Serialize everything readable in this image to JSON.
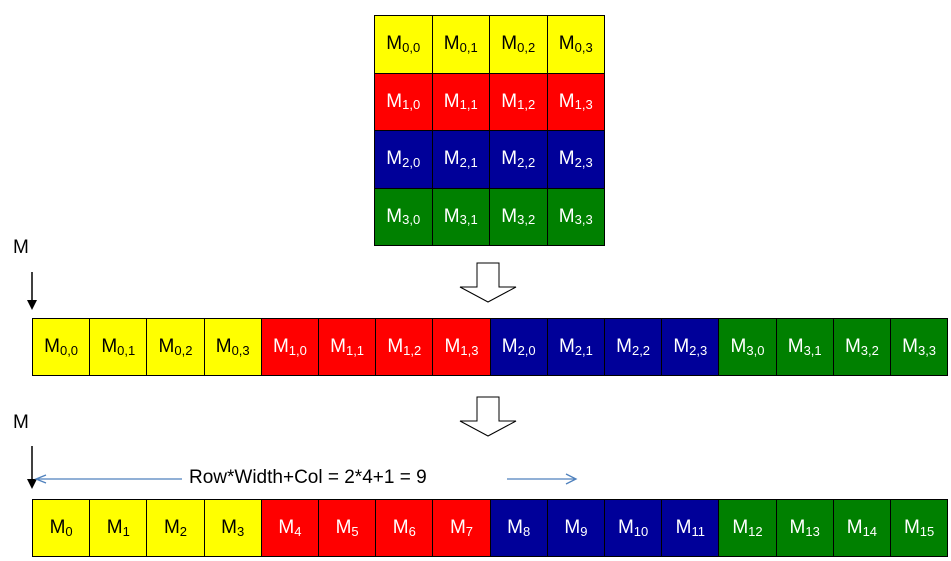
{
  "colors": {
    "row0": "#ffff00",
    "row1": "#ff0000",
    "row2": "#000099",
    "row3": "#008000",
    "index_arrow": "#4f81bd"
  },
  "matrix": {
    "rows": [
      [
        {
          "base": "M",
          "sub": "0,0"
        },
        {
          "base": "M",
          "sub": "0,1"
        },
        {
          "base": "M",
          "sub": "0,2"
        },
        {
          "base": "M",
          "sub": "0,3"
        }
      ],
      [
        {
          "base": "M",
          "sub": "1,0"
        },
        {
          "base": "M",
          "sub": "1,1"
        },
        {
          "base": "M",
          "sub": "1,2"
        },
        {
          "base": "M",
          "sub": "1,3"
        }
      ],
      [
        {
          "base": "M",
          "sub": "2,0"
        },
        {
          "base": "M",
          "sub": "2,1"
        },
        {
          "base": "M",
          "sub": "2,2"
        },
        {
          "base": "M",
          "sub": "2,3"
        }
      ],
      [
        {
          "base": "M",
          "sub": "3,0"
        },
        {
          "base": "M",
          "sub": "3,1"
        },
        {
          "base": "M",
          "sub": "3,2"
        },
        {
          "base": "M",
          "sub": "3,3"
        }
      ]
    ]
  },
  "pointer_label_1": "M",
  "linear_2d": [
    {
      "base": "M",
      "sub": "0,0"
    },
    {
      "base": "M",
      "sub": "0,1"
    },
    {
      "base": "M",
      "sub": "0,2"
    },
    {
      "base": "M",
      "sub": "0,3"
    },
    {
      "base": "M",
      "sub": "1,0"
    },
    {
      "base": "M",
      "sub": "1,1"
    },
    {
      "base": "M",
      "sub": "1,2"
    },
    {
      "base": "M",
      "sub": "1,3"
    },
    {
      "base": "M",
      "sub": "2,0"
    },
    {
      "base": "M",
      "sub": "2,1"
    },
    {
      "base": "M",
      "sub": "2,2"
    },
    {
      "base": "M",
      "sub": "2,3"
    },
    {
      "base": "M",
      "sub": "3,0"
    },
    {
      "base": "M",
      "sub": "3,1"
    },
    {
      "base": "M",
      "sub": "3,2"
    },
    {
      "base": "M",
      "sub": "3,3"
    }
  ],
  "pointer_label_2": "M",
  "index_formula": "Row*Width+Col =  2*4+1 = 9",
  "linear_1d": [
    {
      "base": "M",
      "sub": "0"
    },
    {
      "base": "M",
      "sub": "1"
    },
    {
      "base": "M",
      "sub": "2"
    },
    {
      "base": "M",
      "sub": "3"
    },
    {
      "base": "M",
      "sub": "4"
    },
    {
      "base": "M",
      "sub": "5"
    },
    {
      "base": "M",
      "sub": "6"
    },
    {
      "base": "M",
      "sub": "7"
    },
    {
      "base": "M",
      "sub": "8"
    },
    {
      "base": "M",
      "sub": "9"
    },
    {
      "base": "M",
      "sub": "10"
    },
    {
      "base": "M",
      "sub": "11"
    },
    {
      "base": "M",
      "sub": "12"
    },
    {
      "base": "M",
      "sub": "13"
    },
    {
      "base": "M",
      "sub": "14"
    },
    {
      "base": "M",
      "sub": "15"
    }
  ]
}
